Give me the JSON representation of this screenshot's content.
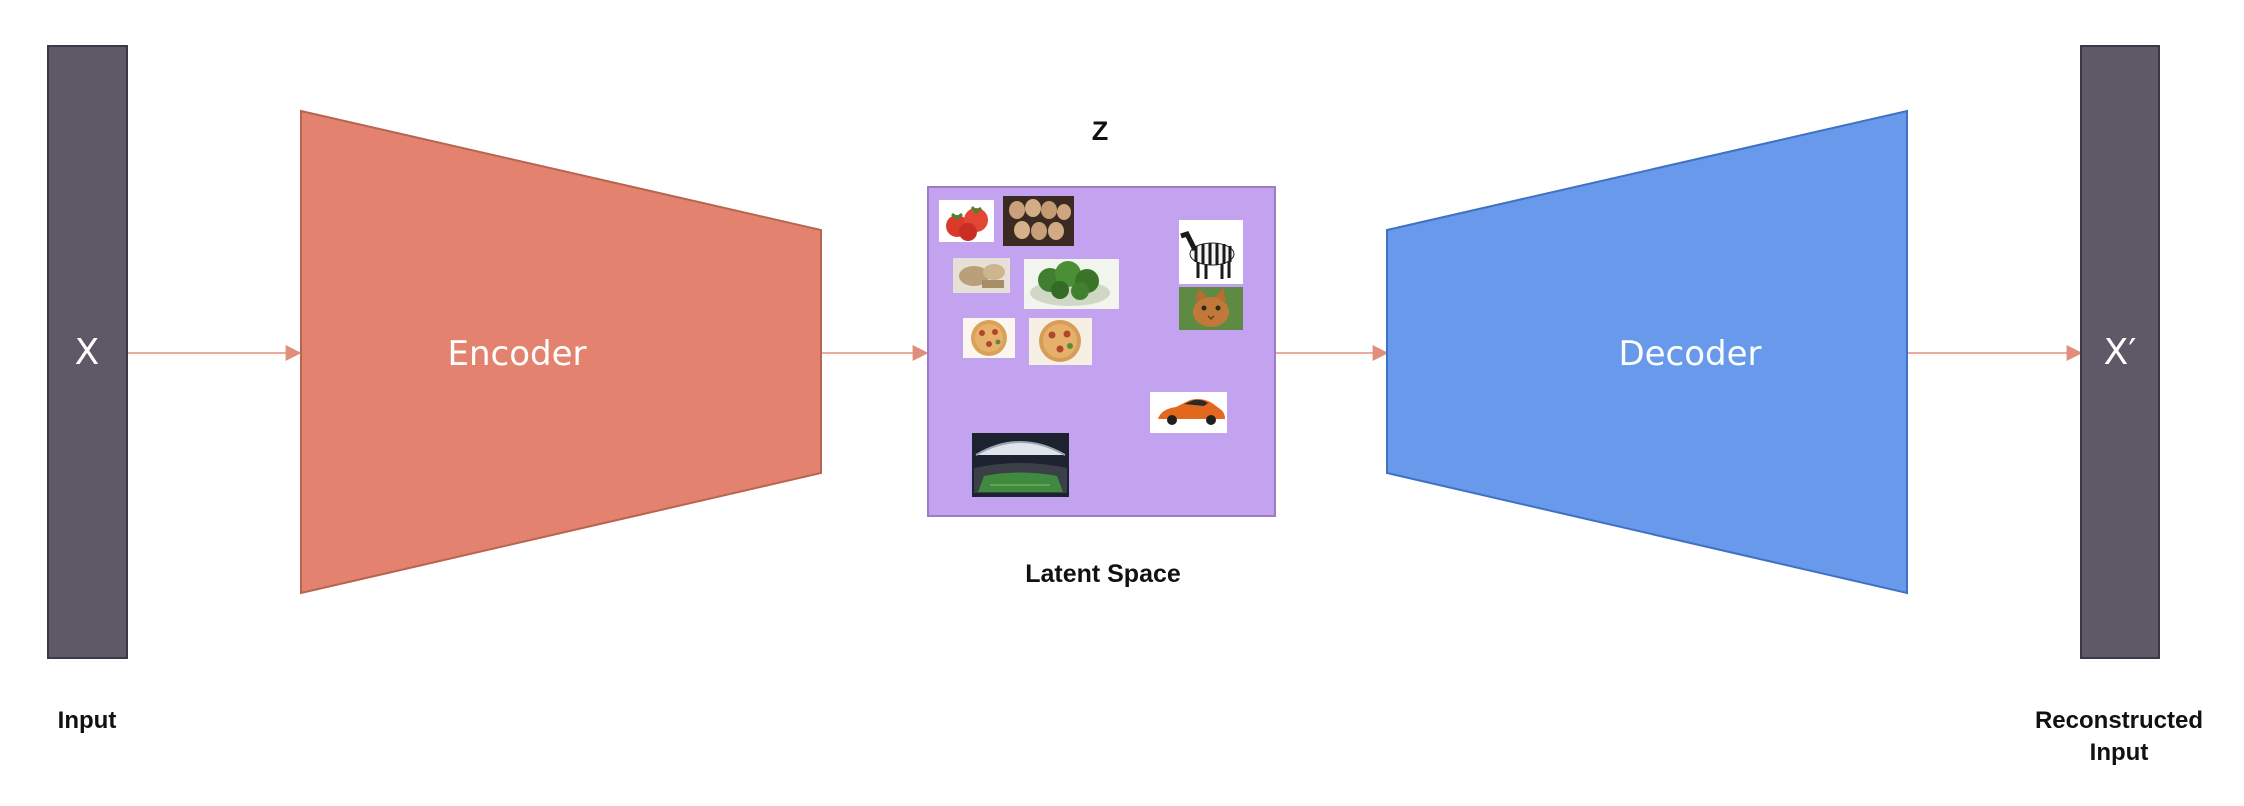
{
  "diagram": {
    "input": {
      "symbol": "X",
      "caption": "Input"
    },
    "encoder": {
      "label": "Encoder"
    },
    "latent": {
      "symbol": "Z",
      "caption": "Latent Space"
    },
    "decoder": {
      "label": "Decoder"
    },
    "output": {
      "symbol": "X′",
      "caption_line1": "Reconstructed",
      "caption_line2": "Input"
    }
  },
  "latent_items": [
    "tomatoes",
    "eggs",
    "bread",
    "broccoli",
    "pizza",
    "pizza",
    "zebra",
    "cat",
    "sports car",
    "stadium"
  ],
  "colors": {
    "bar": "#5f5866",
    "encoder": "#e3836f",
    "decoder": "#6899ea",
    "latent": "#c3a2f0",
    "arrow": "#e08f7c"
  }
}
